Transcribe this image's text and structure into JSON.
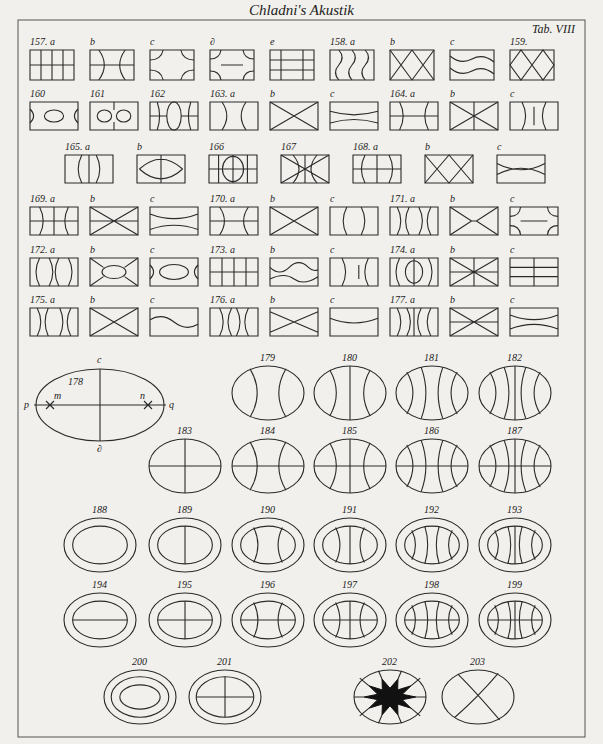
{
  "diagram": {
    "title": "Chladni's Akustik",
    "labels": [
      "Tab. VIII",
      "157. a",
      "b",
      "c",
      "∂",
      "e",
      "158. a",
      "b",
      "c",
      "159.",
      "160",
      "161",
      "162",
      "163. a",
      "b",
      "c",
      "164. a",
      "b",
      "c",
      "165. a",
      "b",
      "166",
      "167",
      "168. a",
      "b",
      "c",
      "169. a",
      "b",
      "c",
      "170. a",
      "b",
      "c",
      "171. a",
      "b",
      "c",
      "172. a",
      "b",
      "c",
      "173. a",
      "b",
      "c",
      "174. a",
      "b",
      "c",
      "175. a",
      "b",
      "c",
      "176. a",
      "b",
      "c",
      "177. a",
      "b",
      "c",
      "178",
      "c",
      "p",
      "m",
      "n",
      "q",
      "∂",
      "179",
      "180",
      "181",
      "182",
      "183",
      "184",
      "185",
      "186",
      "187",
      "188",
      "189",
      "190",
      "191",
      "192",
      "193",
      "194",
      "195",
      "196",
      "197",
      "198",
      "199",
      "200",
      "201",
      "202",
      "203"
    ]
  }
}
